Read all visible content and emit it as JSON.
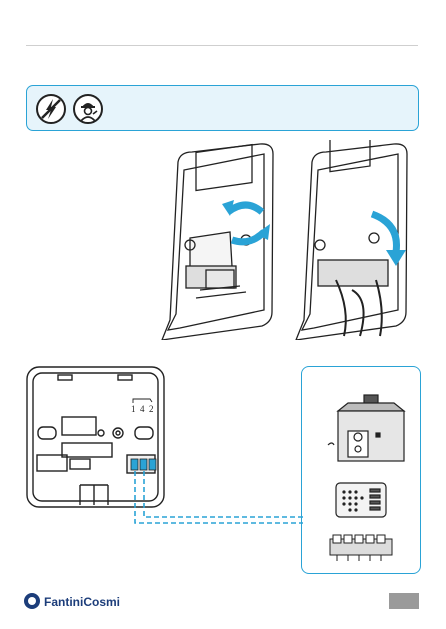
{
  "brand": {
    "logo_text": "FantiniCosmi"
  },
  "wiring_diagram": {
    "terminal_labels": [
      "1",
      "4",
      "2"
    ]
  },
  "icons": {
    "warning_power": "no-power-icon",
    "warning_technician": "technician-icon",
    "rotate_arrow": "rotate-arrow-icon",
    "push_arrow": "push-arrow-icon"
  },
  "colors": {
    "accent": "#2aa3d6",
    "warning_bg": "#e6f4fb",
    "brand": "#1c3d7a"
  }
}
